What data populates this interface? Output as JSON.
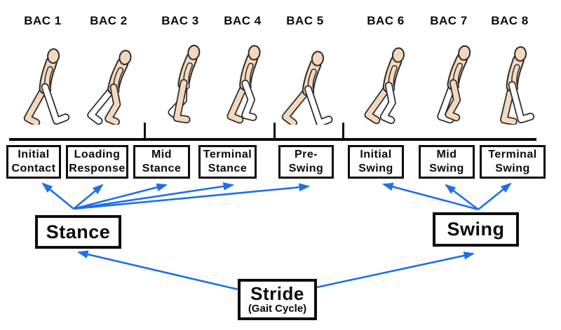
{
  "colors": {
    "arrow_blue": "#1e6fe8",
    "skin": "#f5d8bc",
    "tracked_leg_white": "#ffffff",
    "outline": "#2b2b2b"
  },
  "bac_labels": [
    "BAC 1",
    "BAC 2",
    "BAC 3",
    "BAC 4",
    "BAC 5",
    "BAC 6",
    "BAC 7",
    "BAC 8"
  ],
  "phase_boxes": [
    {
      "line1": "Initial",
      "line2": "Contact"
    },
    {
      "line1": "Loading",
      "line2": "Response"
    },
    {
      "line1": "Mid",
      "line2": "Stance"
    },
    {
      "line1": "Terminal",
      "line2": "Stance"
    },
    {
      "line1": "Pre-",
      "line2": "Swing"
    },
    {
      "line1": "Initial",
      "line2": "Swing"
    },
    {
      "line1": "Mid",
      "line2": "Swing"
    },
    {
      "line1": "Terminal",
      "line2": "Swing"
    }
  ],
  "group_boxes": {
    "stance_label": "Stance",
    "swing_label": "Swing"
  },
  "stride_box": {
    "label": "Stride",
    "sublabel": "(Gait Cycle)"
  }
}
